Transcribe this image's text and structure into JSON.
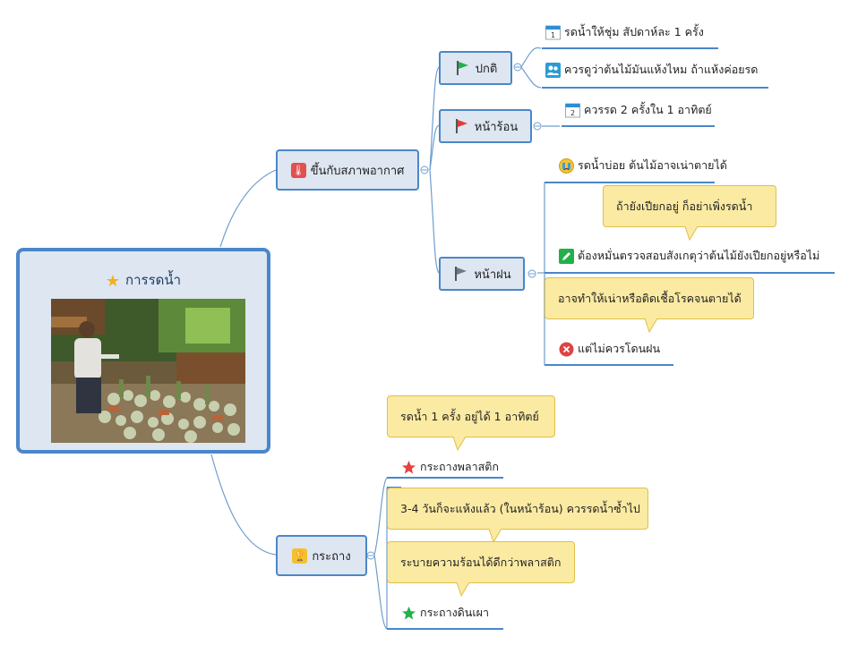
{
  "root": {
    "title": "การรดน้ำ",
    "icon": "star-icon",
    "photo": "person-watering-cactus-photo"
  },
  "weather": {
    "label": "ขึ้นกับสภาพอากาศ",
    "icon": "thermometer-icon",
    "normal": {
      "label": "ปกติ",
      "flag_color": "#23b04a",
      "leaves": [
        {
          "text": "รดน้ำให้ชุ่ม สัปดาห์ละ 1 ครั้ง",
          "icon": "calendar-1-icon"
        },
        {
          "text": "ควรดูว่าต้นไม้มันแห้งไหม ถ้าแห้งค่อยรด",
          "icon": "people-icon"
        }
      ]
    },
    "hot": {
      "label": "หน้าร้อน",
      "flag_color": "#e23a3a",
      "leaves": [
        {
          "text": "ควรรด 2 ครั้งใน 1 อาทิตย์",
          "icon": "calendar-2-icon"
        }
      ]
    },
    "rainy": {
      "label": "หน้าฝน",
      "flag_color": "#6a7a8c",
      "leaves": [
        {
          "text": "รดน้ำบ่อย ต้นไม้อาจเน่าตายได้",
          "icon": "crying-face-icon"
        },
        {
          "text": "ต้องหมั่นตรวจสอบสังเกตุว่าต้นไม้ยังเปียกอยู่หรือไม่",
          "icon": "pencil-icon",
          "note": "ถ้ายังเปียกอยู่ ก็อย่าเพิ่งรดน้ำ"
        },
        {
          "text": "แต่ไม่ควรโดนฝน",
          "icon": "cross-icon",
          "note": "อาจทำให้เน่าหรือติดเชื้อโรคจนตายได้"
        }
      ]
    }
  },
  "pots": {
    "label": "กระถาง",
    "icon": "trophy-icon",
    "leaves": [
      {
        "text": "กระถางพลาสติก",
        "icon": "red-star-icon",
        "star_color": "#e84141",
        "note": "รดน้ำ 1 ครั้ง อยู่ได้ 1 อาทิตย์"
      },
      {
        "text": "กระถางดินเผา",
        "icon": "green-star-icon",
        "star_color": "#23b04a",
        "notes": [
          "3-4 วันก็จะแห้งแล้ว (ในหน้าร้อน) ควรรดน้ำซ้ำไป",
          "ระบายความร้อนได้ดีกว่าพลาสติก"
        ]
      }
    ]
  },
  "colors": {
    "line": "#4a87c9",
    "node_fill": "#dde6f1",
    "callout_fill": "#fbeaa2"
  }
}
